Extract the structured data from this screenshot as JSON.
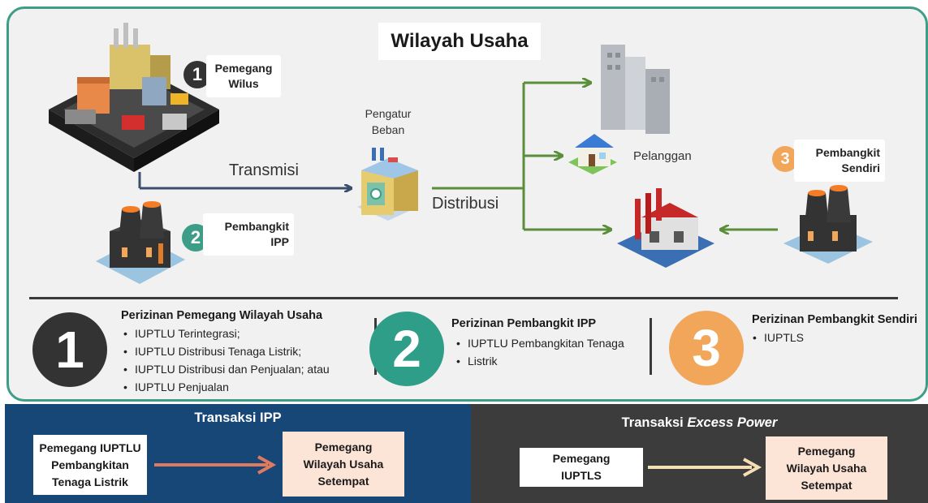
{
  "diagram": {
    "title": "Wilayah Usaha",
    "tags": [
      {
        "number": "1",
        "line1": "Pemegang",
        "line2": "Wilus"
      },
      {
        "number": "2",
        "line1": "Pembangkit",
        "line2": "IPP"
      },
      {
        "number": "3",
        "line1": "Pembangkit",
        "line2": "Sendiri"
      }
    ],
    "labels": {
      "transmisi": "Transmisi",
      "distribusi": "Distribusi",
      "pengatur_line1": "Pengatur",
      "pengatur_line2": "Beban",
      "pelanggan": "Pelanggan"
    },
    "colors": {
      "teal": "#3e9d86",
      "dark": "#333333",
      "orange": "#f2a65a",
      "green_arrow": "#5a8e3a",
      "navy_arrow": "#3b4e6b"
    }
  },
  "licenses": [
    {
      "number": "1",
      "heading": "Perizinan Pemegang Wilayah Usaha",
      "items": [
        "IUPTLU Terintegrasi;",
        "IUPTLU Distribusi Tenaga Listrik;",
        "IUPTLU Distribusi dan Penjualan; atau",
        "IUPTLU Penjualan"
      ]
    },
    {
      "number": "2",
      "heading": "Perizinan Pembangkit IPP",
      "items": [
        "IUPTLU Pembangkitan Tenaga",
        "Listrik"
      ]
    },
    {
      "number": "3",
      "heading": "Perizinan Pembangkit Sendiri",
      "items": [
        "IUPTLS"
      ]
    }
  ],
  "transactions": {
    "ipp": {
      "title": "Transaksi IPP",
      "from_lines": [
        "Pemegang IUPTLU",
        "Pembangkitan",
        "Tenaga Listrik"
      ],
      "to_lines": [
        "Pemegang",
        "Wilayah Usaha",
        "Setempat"
      ]
    },
    "excess": {
      "title_plain": "Transaksi ",
      "title_italic": "Excess Power",
      "from_lines": [
        "Pemegang",
        "IUPTLS"
      ],
      "to_lines": [
        "Pemegang",
        "Wilayah Usaha",
        "Setempat"
      ]
    }
  }
}
